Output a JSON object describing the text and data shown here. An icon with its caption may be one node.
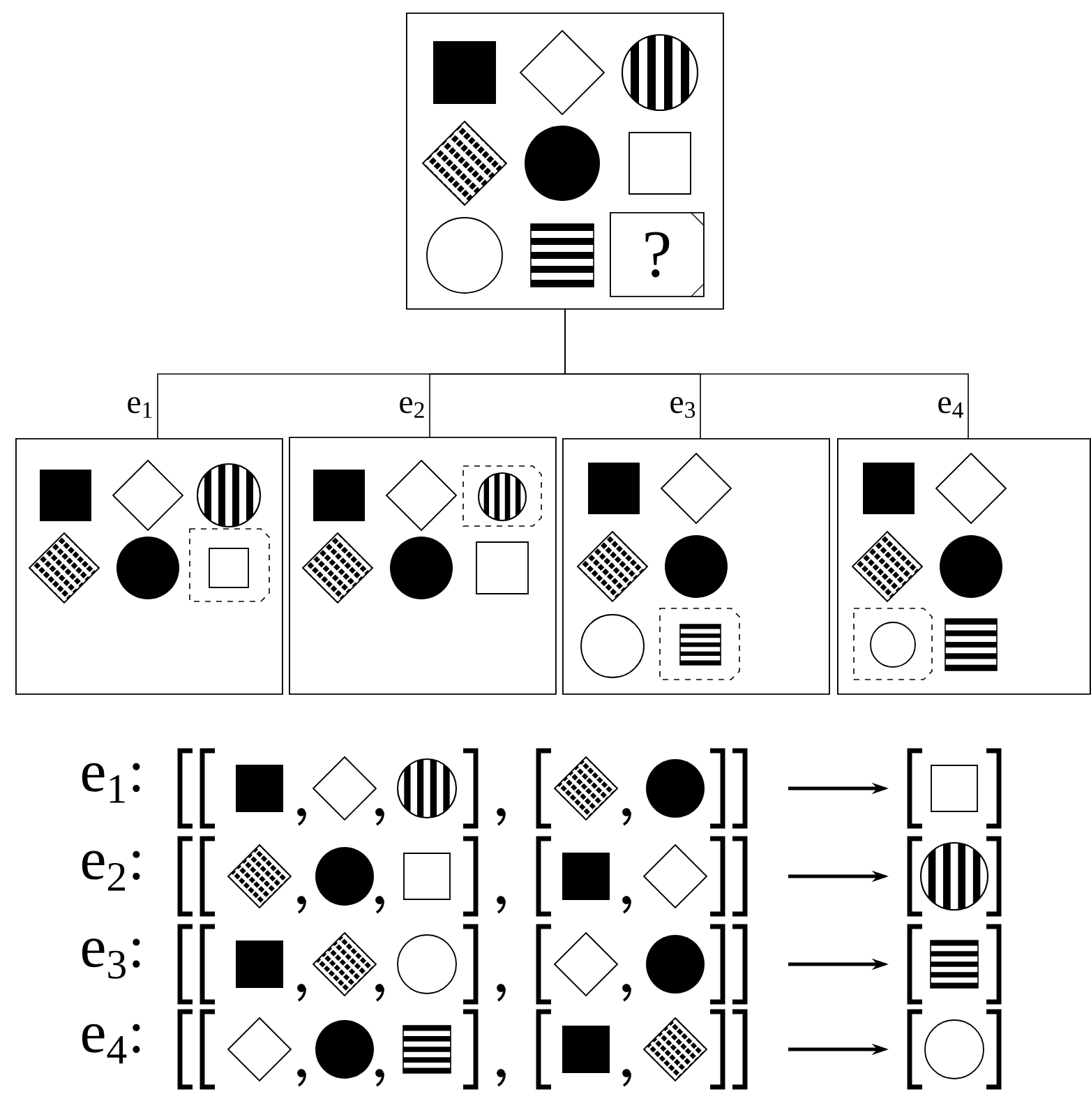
{
  "diagram": {
    "nodes": [
      {
        "text": [],
        "shape": "box"
      },
      {
        "text": [
          "?"
        ],
        "in": 0
      },
      {
        "text": [],
        "shape": "box"
      },
      {
        "text": [],
        "shape": "box"
      },
      {
        "text": [],
        "shape": "box"
      },
      {
        "text": [],
        "shape": "box"
      }
    ],
    "edges": [
      {
        "from": 0,
        "to": 2,
        "arrow": "none",
        "label": "e$_{1}$"
      },
      {
        "from": 0,
        "to": 3,
        "arrow": "none",
        "label": "e$_{2}$"
      },
      {
        "from": 0,
        "to": 4,
        "arrow": "none",
        "label": "e$_{3}$"
      },
      {
        "from": 0,
        "to": 5,
        "arrow": "none",
        "label": "e$_{4}$"
      }
    ],
    "labels": [
      "e$_{1}$:",
      "e$_{2}$:",
      "e$_{3}$:",
      "e$_{4}$:"
    ]
  }
}
